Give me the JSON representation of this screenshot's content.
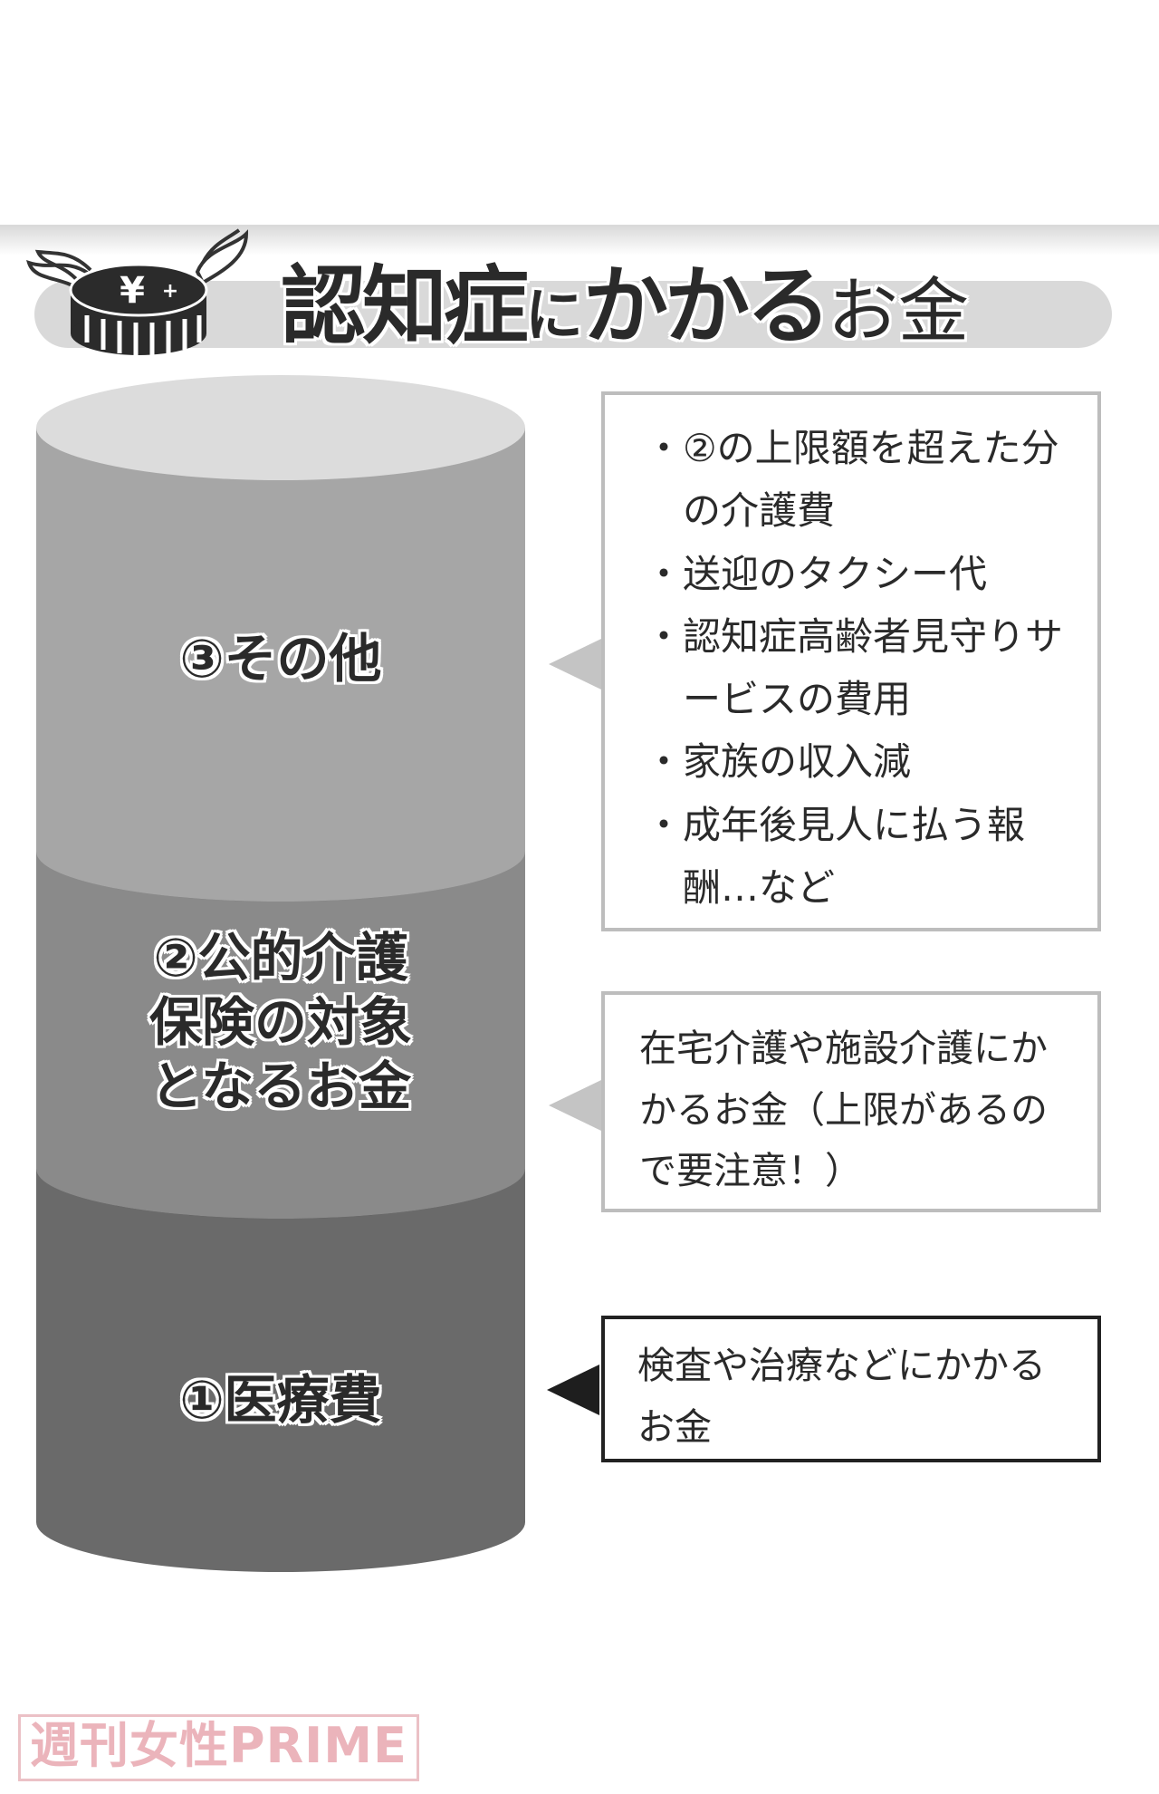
{
  "title": {
    "part1": "認知症",
    "part2": "に",
    "part3": "かかる",
    "part4": "お金"
  },
  "coin_symbol": "¥",
  "segments": [
    {
      "label_lines": [
        "③その他"
      ],
      "fill": "#a6a6a6",
      "top_fill": "#dcdcdc"
    },
    {
      "label_lines": [
        "②公的介護",
        "保険の対象",
        "となるお金"
      ],
      "fill": "#8a8a8a",
      "top_fill": "#777777"
    },
    {
      "label_lines": [
        "①医療費"
      ],
      "fill": "#6a6a6a",
      "top_fill": "#4d4d4d"
    }
  ],
  "callouts": {
    "other": {
      "items": [
        "②の上限額を超えた分の介護費",
        "送迎のタクシー代",
        "認知症高齢者見守りサービスの費用",
        "家族の収入減",
        "成年後見人に払う報酬…など"
      ]
    },
    "public_care": {
      "text": "在宅介護や施設介護にかかるお金（上限があるので要注意！）"
    },
    "medical": {
      "text": "検査や治療などにかかるお金"
    }
  },
  "watermark": "週刊女性PRIME"
}
